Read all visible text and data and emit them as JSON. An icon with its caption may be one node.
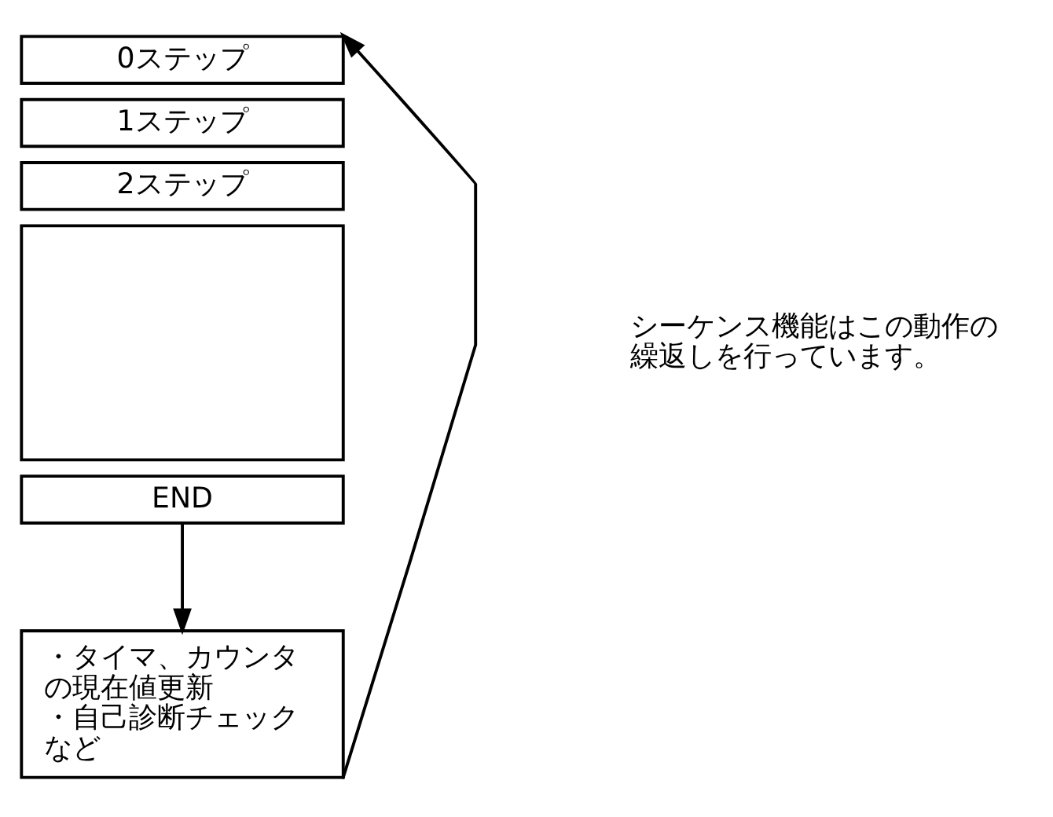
{
  "diagram": {
    "nodes": [
      {
        "text": [
          "0ステップ"
        ]
      },
      {
        "text": [
          "1ステップ"
        ]
      },
      {
        "text": [
          "2ステップ"
        ]
      },
      {
        "text": [],
        "shape": "box"
      },
      {
        "text": [
          "END"
        ]
      },
      {
        "text": [
          "・タイマ、カウンタの現在値更新・自己診断チェックなど"
        ]
      }
    ],
    "edges": [
      {
        "from": 4,
        "to": 5,
        "arrow": "to"
      },
      {
        "from": 5,
        "to": 0,
        "arrow": "to"
      }
    ],
    "labels": [
      "シーケンス機能はこの動作の繰返しを行っています。"
    ]
  }
}
